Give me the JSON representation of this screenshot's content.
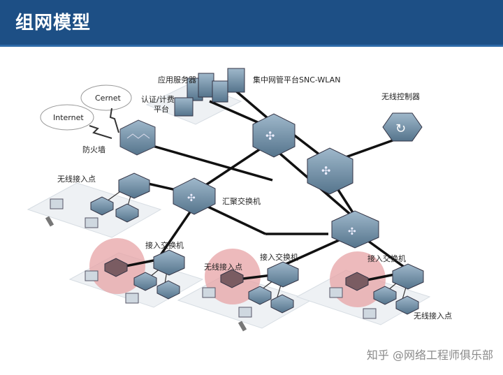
{
  "header": {
    "title": "组网模型"
  },
  "labels": {
    "app_server": "应用服务器",
    "nms": "集中网管平台SNC-WLAN",
    "auth_line1": "认证/计费",
    "auth_line2": "平台",
    "cernet": "Cernet",
    "internet": "Internet",
    "firewall": "防火墙",
    "wireless_controller": "无线控制器",
    "wireless_ap_top": "无线接入点",
    "aggregation_switch": "汇聚交换机",
    "access_switch_left": "接入交换机",
    "access_switch_mid": "接入交换机",
    "access_switch_right": "接入交换机",
    "wireless_ap_mid": "无线接入点",
    "wireless_ap_bottom": "无线接入点"
  },
  "watermark": "知乎 @网络工程师俱乐部",
  "colors": {
    "header": "#1d4f85",
    "device": "#6e8ea6",
    "highlight": "#e7a3a6",
    "link": "#111111"
  }
}
